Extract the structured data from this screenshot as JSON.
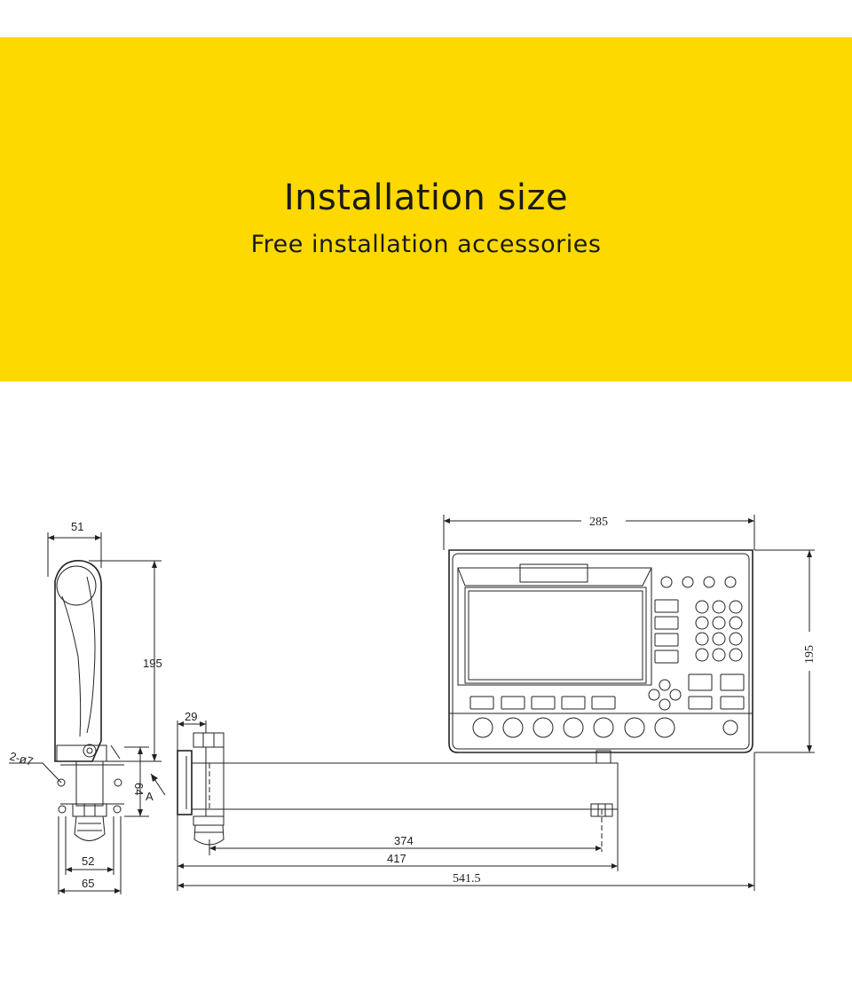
{
  "header": {
    "title": "Installation size",
    "subtitle": "Free installation accessories"
  },
  "colors": {
    "banner": "#FDD900",
    "line": "#222222"
  },
  "dimensions": {
    "side_depth": "51",
    "side_height": "195",
    "holes": "2-ø7",
    "bracket_height": "64",
    "view_label": "A",
    "base_inner": "52",
    "base_outer": "65",
    "arm_offset": "29",
    "arm_374": "374",
    "arm_417": "417",
    "arm_total": "541.5",
    "front_width": "285",
    "front_height": "195"
  }
}
